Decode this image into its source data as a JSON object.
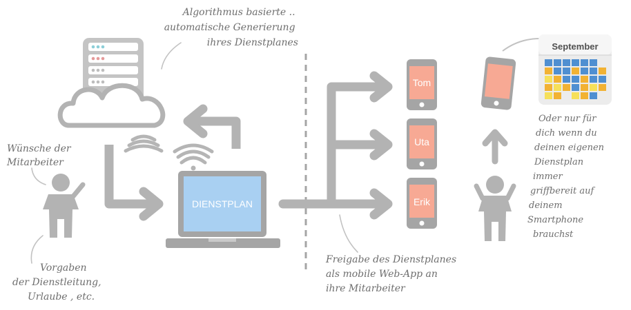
{
  "annotations": {
    "algorithm": [
      "Algorithmus  basierte ..",
      "automatische Generierung",
      "ihres Dienstplanes"
    ],
    "wishes": [
      "Wünsche der",
      "Mitarbeiter"
    ],
    "constraints": [
      "Vorgaben",
      "der Dienstleitung,",
      "Urlaube , etc."
    ],
    "release": [
      "Freigabe des Dienstplanes",
      "als mobile Web-App an",
      "ihre Mitarbeiter"
    ],
    "personal": [
      "Oder nur für",
      "dich wenn du",
      "deinen eigenen",
      "Dienstplan",
      "immer",
      "griffbereit auf",
      "deinem",
      "Smartphone",
      "brauchst"
    ]
  },
  "laptop": {
    "screen_label": "DIENSTPLAN"
  },
  "phones": [
    {
      "name": "Tom"
    },
    {
      "name": "Uta"
    },
    {
      "name": "Erik"
    }
  ],
  "calendar": {
    "month": "September"
  },
  "colors": {
    "icon_gray": "#a8a8a8",
    "arrow_gray": "#b3b3b3",
    "phone_screen": "#f7a994",
    "laptop_screen": "#a9d0f2",
    "calendar_blue": "#4f8fd1",
    "calendar_orange": "#f2b233",
    "calendar_yellow": "#f6e05a"
  }
}
